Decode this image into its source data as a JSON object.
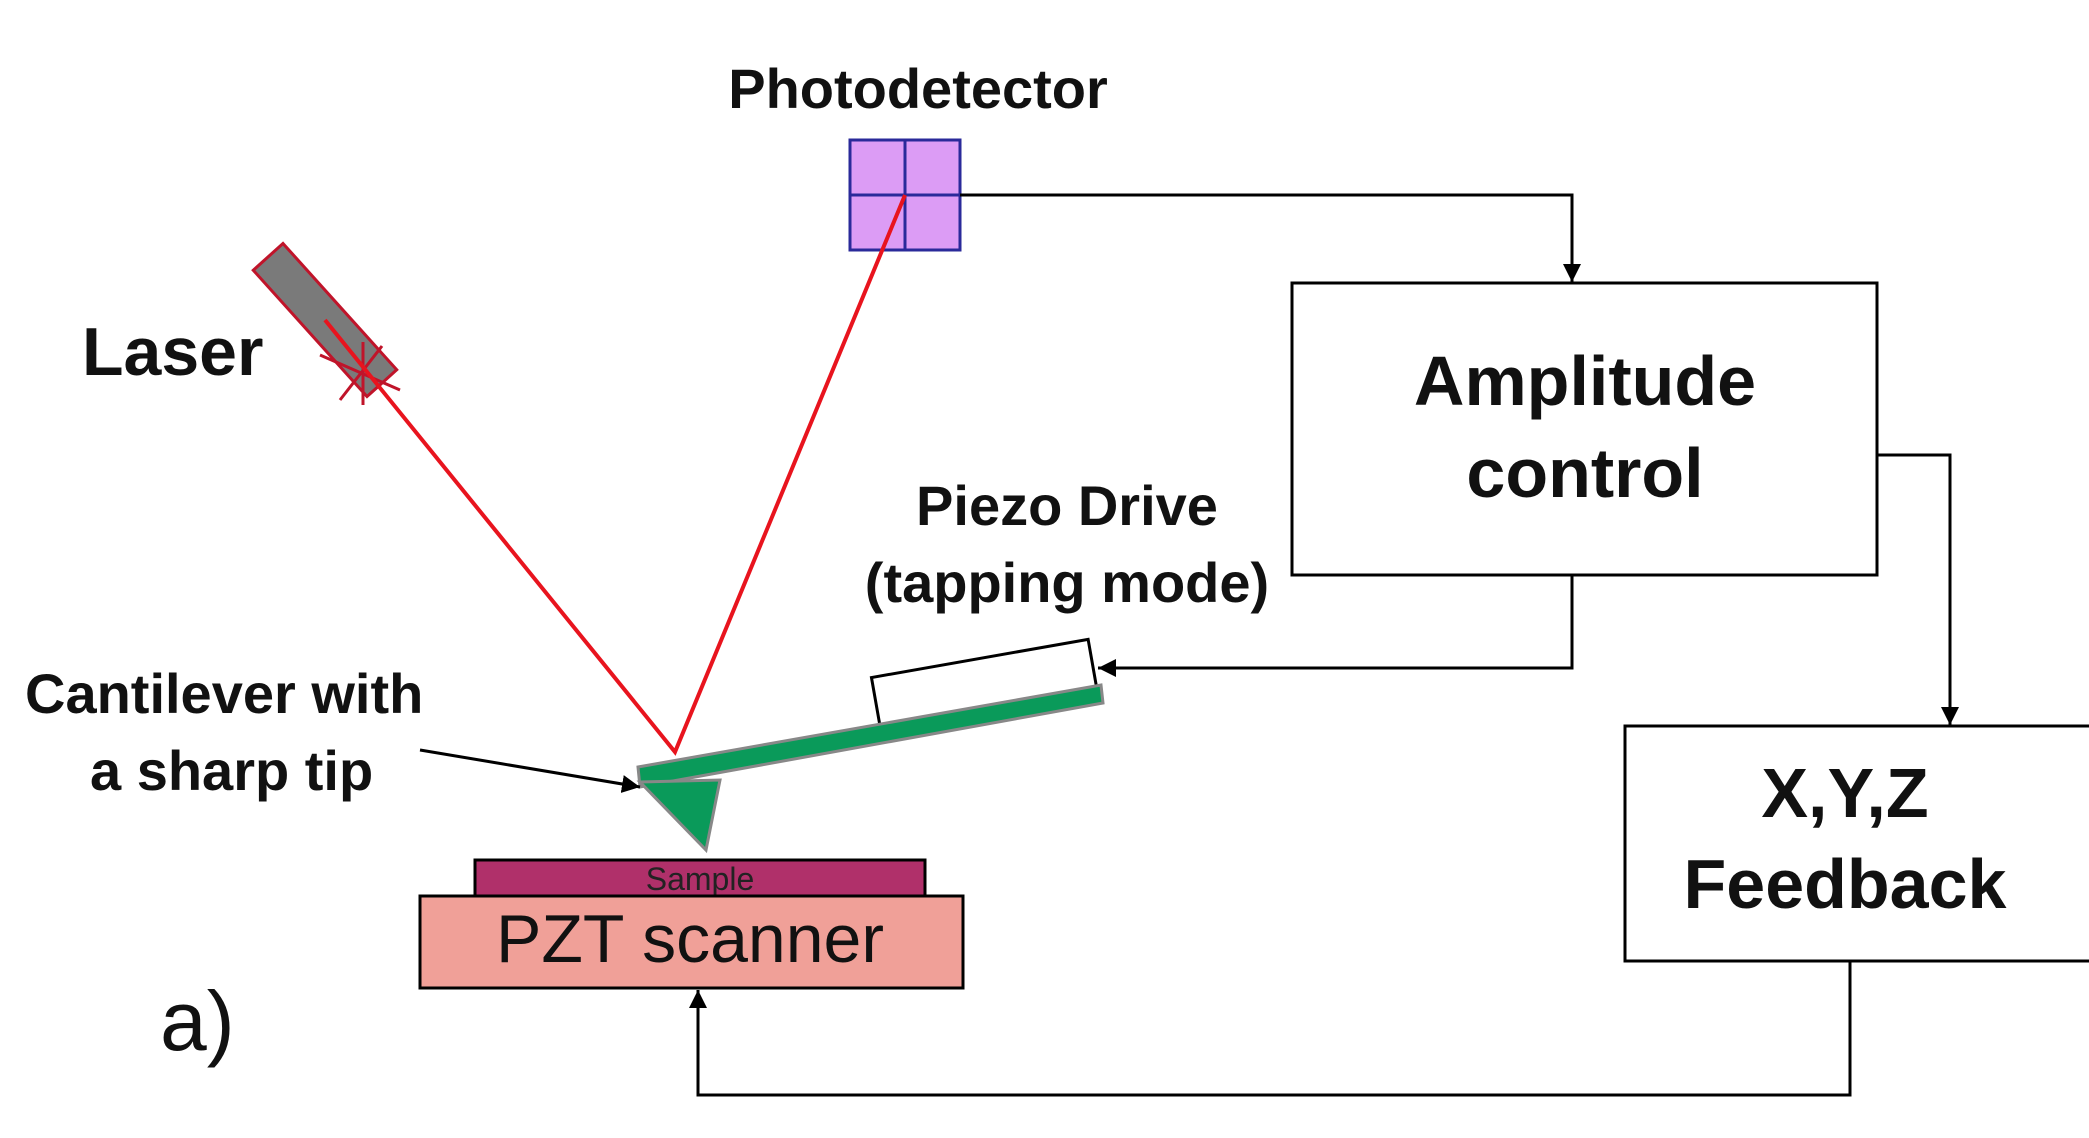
{
  "labels": {
    "photodetector": "Photodetector",
    "laser": "Laser",
    "amplitude_control_line1": "Amplitude",
    "amplitude_control_line2": "control",
    "piezo_drive_line1": "Piezo Drive",
    "piezo_drive_line2": "(tapping mode)",
    "cantilever_line1": "Cantilever with",
    "cantilever_line2": "a sharp tip",
    "feedback_line1": "X,Y,Z",
    "feedback_line2": "Feedback",
    "sample": "Sample",
    "pzt_scanner": "PZT scanner",
    "panel_label": "a)"
  },
  "colors": {
    "laser_beam": "#e8141e",
    "laser_body": "#7a7a7a",
    "laser_outline": "#c0142a",
    "photodetector_fill": "#dc9cf5",
    "photodetector_stroke": "#2a2a9a",
    "cantilever": "#0a9a5a",
    "sample": "#b0306a",
    "pzt_scanner": "#f0a098",
    "lines": "#000000"
  }
}
